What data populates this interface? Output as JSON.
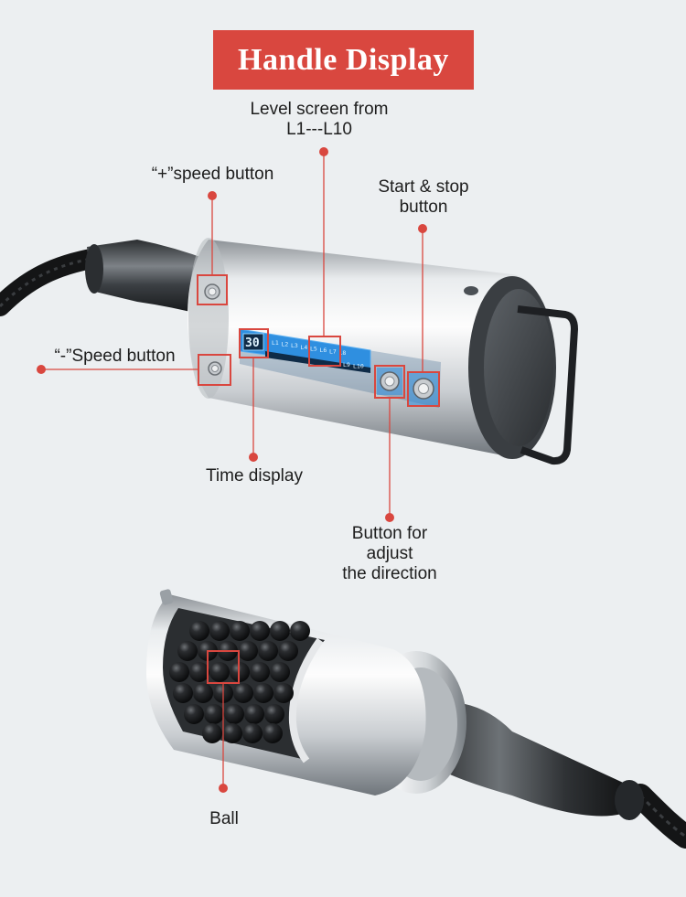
{
  "title": "Handle Display",
  "labels": {
    "level_screen": "Level screen from\nL1---L10",
    "plus_speed": "“+”speed button",
    "start_stop": "Start & stop\nbutton",
    "minus_speed": "“-”Speed button",
    "time_display": "Time display",
    "direction_button": "Button for\nadjust\nthe direction",
    "ball": "Ball"
  },
  "lcd": {
    "time": "30",
    "levels": [
      "L1",
      "L2",
      "L3",
      "L4",
      "L5",
      "L6",
      "L7",
      "L8",
      "L9",
      "L10"
    ]
  },
  "colors": {
    "accent": "#d9473f",
    "background": "#eceff1",
    "lcd_blue": "#2f8fe0"
  }
}
